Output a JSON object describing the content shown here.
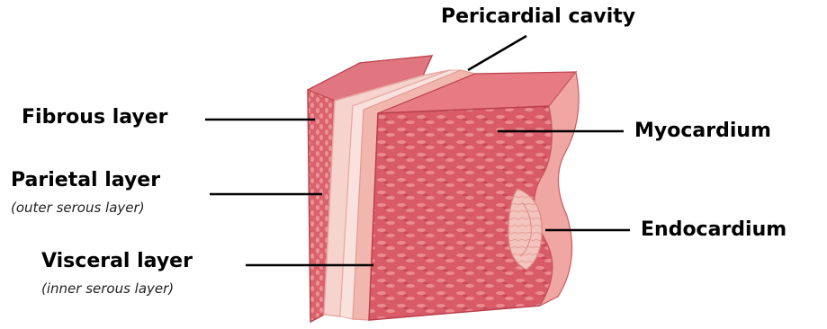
{
  "labels": {
    "pericardial_cavity": "Pericardial cavity",
    "fibrous_layer": "Fibrous layer",
    "parietal_layer": "Parietal layer",
    "parietal_sub": "(outer serous layer)",
    "visceral_layer": "Visceral layer",
    "visceral_sub": "(inner serous layer)",
    "myocardium": "Myocardium",
    "endocardium": "Endocardium"
  },
  "colors": {
    "fibrous": "#d9626c",
    "fibrous_dark": "#b8424e",
    "parietal": "#f6d3cd",
    "parietal_edge": "#e6a9a2",
    "visceral": "#f1b7ae",
    "myocardium": "#d95b68",
    "myocardium_dark": "#b9404d",
    "myocardium_light": "#f2a9a4",
    "endocardium": "#f5cfc8",
    "leader": "#000000"
  }
}
